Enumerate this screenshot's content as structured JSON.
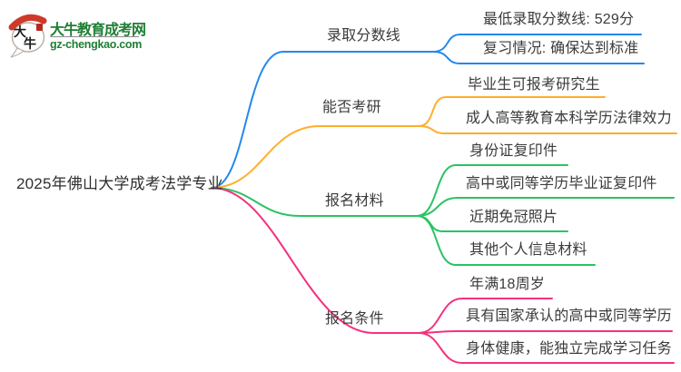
{
  "logo": {
    "title": "大牛教育成考网",
    "domain": "gz-chengkao.com",
    "icon_text": "大牛",
    "colors": {
      "green": "#1E7E34",
      "red": "#CE3A2A"
    }
  },
  "mindmap": {
    "root": {
      "label": "2025年佛山大学成考法学专业"
    },
    "branch_colors": {
      "blue": "#2388F0",
      "orange": "#FFAE2B",
      "green": "#2AC364",
      "pink": "#F5317F"
    },
    "branches": [
      {
        "label": "录取分数线",
        "color": "#2388F0",
        "children": [
          "最低录取分数线: 529分",
          "复习情况: 确保达到标准"
        ]
      },
      {
        "label": "能否考研",
        "color": "#FFAE2B",
        "children": [
          "毕业生可报考研究生",
          "成人高等教育本科学历法律效力"
        ]
      },
      {
        "label": "报名材料",
        "color": "#2AC364",
        "children": [
          "身份证复印件",
          "高中或同等学历毕业证复印件",
          "近期免冠照片",
          "其他个人信息材料"
        ]
      },
      {
        "label": "报名条件",
        "color": "#F5317F",
        "children": [
          "年满18周岁",
          "具有国家承认的高中或同等学历",
          "身体健康，能独立完成学习任务"
        ]
      }
    ]
  }
}
